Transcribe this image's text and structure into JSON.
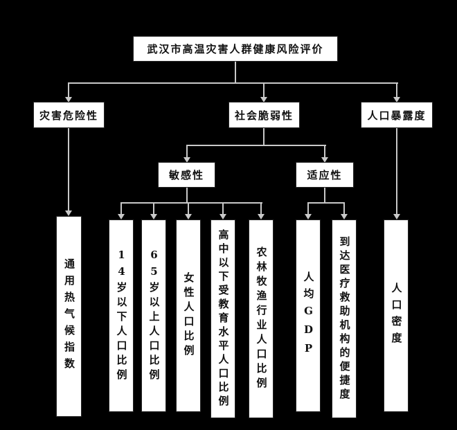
{
  "diagram": {
    "root": "武汉市高温灾害人群健康风险评价",
    "level2": {
      "hazard": "灾害危险性",
      "vulnerability": "社会脆弱性",
      "exposure": "人口暴露度"
    },
    "level3": {
      "sensitivity": "敏感性",
      "adaptability": "适应性"
    },
    "indicators": {
      "utci": "通用热气候指数",
      "under14": "14岁以下人口比例",
      "over65": "65岁以上人口比例",
      "female": "女性人口比例",
      "education": "高中以下受教育水平人口比例",
      "agriculture": "农林牧渔行业人口比例",
      "gdp": "人均GDP",
      "medical": "到达医疗救助机构的便捷度",
      "density": "人口密度"
    },
    "colors": {
      "background": "#000000",
      "box_fill": "#ffffff",
      "box_border": "#262626",
      "text": "#111111",
      "connector": "#c9c9c9"
    }
  }
}
